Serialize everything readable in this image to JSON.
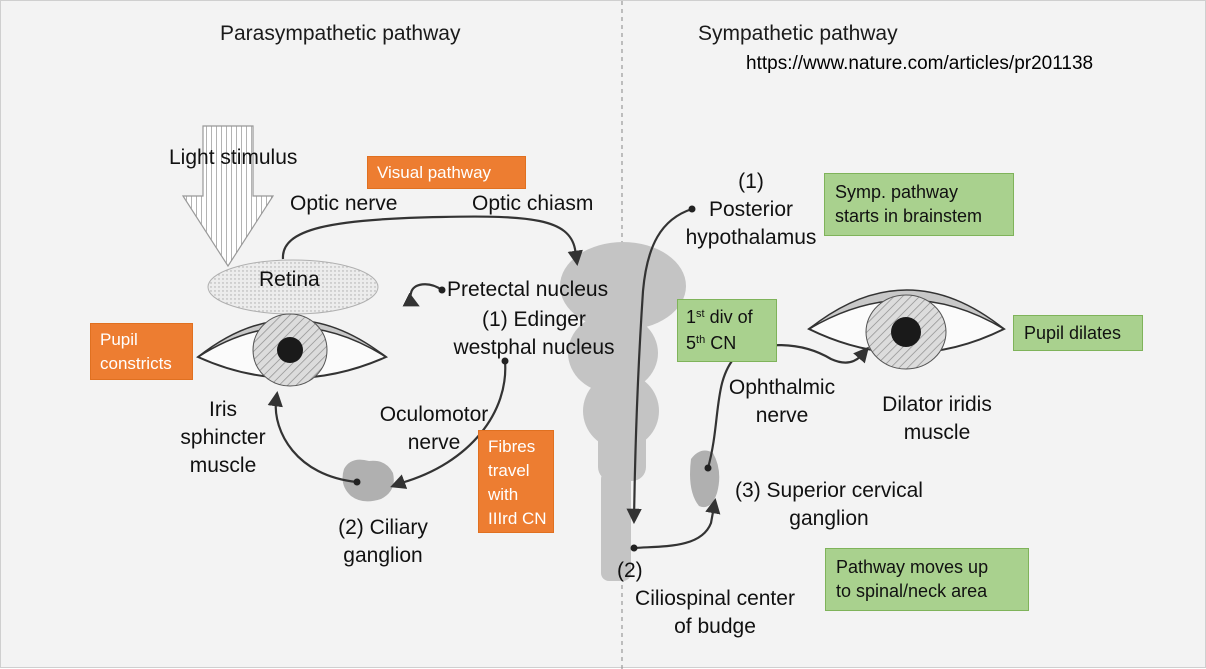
{
  "headings": {
    "parasympathetic": "Parasympathetic pathway",
    "sympathetic": "Sympathetic pathway",
    "url": "https://www.nature.com/articles/pr201138"
  },
  "labels": {
    "light_stimulus": "Light stimulus",
    "optic_nerve": "Optic nerve",
    "optic_chiasm": "Optic chiasm",
    "retina": "Retina",
    "pretectal_nucleus": "Pretectal nucleus",
    "edinger_line1": "(1) Edinger",
    "edinger_line2": "westphal nucleus",
    "iris_line1": "Iris",
    "iris_line2": "sphincter",
    "iris_line3": "muscle",
    "oculomotor_line1": "Oculomotor",
    "oculomotor_line2": "nerve",
    "ciliary_line1": "(2) Ciliary",
    "ciliary_line2": "ganglion",
    "posterior_line1": "(1)",
    "posterior_line2": "Posterior",
    "posterior_line3": "hypothalamus",
    "ophthalmic_line1": "Ophthalmic",
    "ophthalmic_line2": "nerve",
    "dilator_line1": "Dilator iridis",
    "dilator_line2": "muscle",
    "superior_line1": "(3) Superior cervical",
    "superior_line2": "ganglion",
    "ciliospinal_line1": "(2)",
    "ciliospinal_line2": "Ciliospinal center",
    "ciliospinal_line3": "of budge"
  },
  "callouts": {
    "visual_pathway": "Visual pathway",
    "pupil_constricts_line1": "Pupil",
    "pupil_constricts_line2": "constricts",
    "fibres_line1": "Fibres",
    "fibres_line2": "travel",
    "fibres_line3": "with",
    "fibres_line4": "IIIrd CN",
    "symp_line1": "Symp. pathway",
    "symp_line2": "starts in brainstem",
    "first_div_num": "1",
    "first_div_sup": "st",
    "first_div_rest": " div of",
    "fifth_num": "5",
    "fifth_sup": "th",
    "fifth_rest": " CN",
    "pupil_dilates": "Pupil dilates",
    "pathway_line1": "Pathway moves up",
    "pathway_line2": "to spinal/neck area"
  },
  "colors": {
    "orange_callout": "#ed7d31",
    "green_callout": "#a9d18e",
    "brainstem": "#c4c4c4",
    "ganglion": "#b0b0b0"
  }
}
